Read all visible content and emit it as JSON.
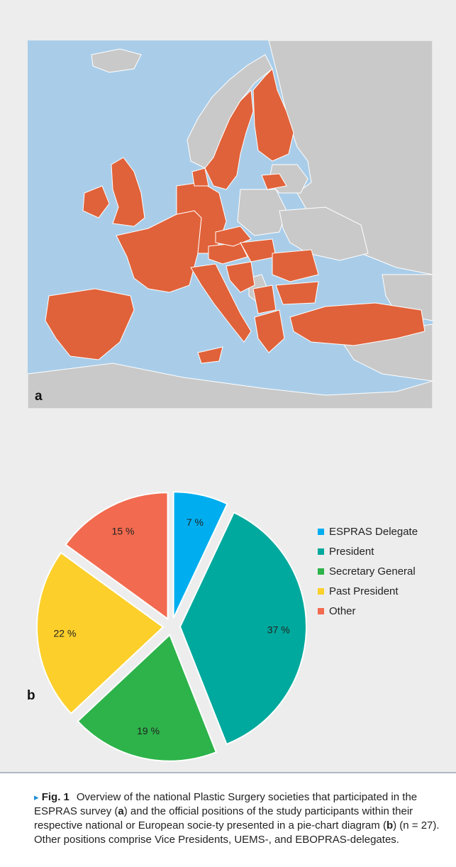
{
  "map_panel": {
    "letter": "a",
    "colors": {
      "sea": "#a9cde9",
      "participant": "#e0623a",
      "nonparticipant": "#c9c9c9",
      "border": "#ffffff"
    }
  },
  "pie_panel": {
    "letter": "b"
  },
  "chart_data": {
    "type": "pie",
    "title": "",
    "slices": [
      {
        "label": "ESPRAS Delegate",
        "value": 7,
        "display": "7 %",
        "color": "#00aeef"
      },
      {
        "label": "President",
        "value": 37,
        "display": "37 %",
        "color": "#00a99d"
      },
      {
        "label": "Secretary General",
        "value": 19,
        "display": "19 %",
        "color": "#2db34a"
      },
      {
        "label": "Past President",
        "value": 22,
        "display": "22 %",
        "color": "#fccf2b"
      },
      {
        "label": "Other",
        "value": 15,
        "display": "15 %",
        "color": "#f26a4f"
      }
    ],
    "legend_position": "right"
  },
  "caption": {
    "arrow": "▸",
    "fig_label": "Fig. 1",
    "part1": "Overview of the national Plastic Surgery societies that participated in the ESPRAS survey (",
    "a": "a",
    "part2": ") and the official positions of the study participants within their respective national or European socie-ty presented in a pie-chart diagram (",
    "b": "b",
    "part3": ") (n = 27). Other positions comprise Vice Presidents, UEMS-, and EBOPRAS-delegates."
  }
}
